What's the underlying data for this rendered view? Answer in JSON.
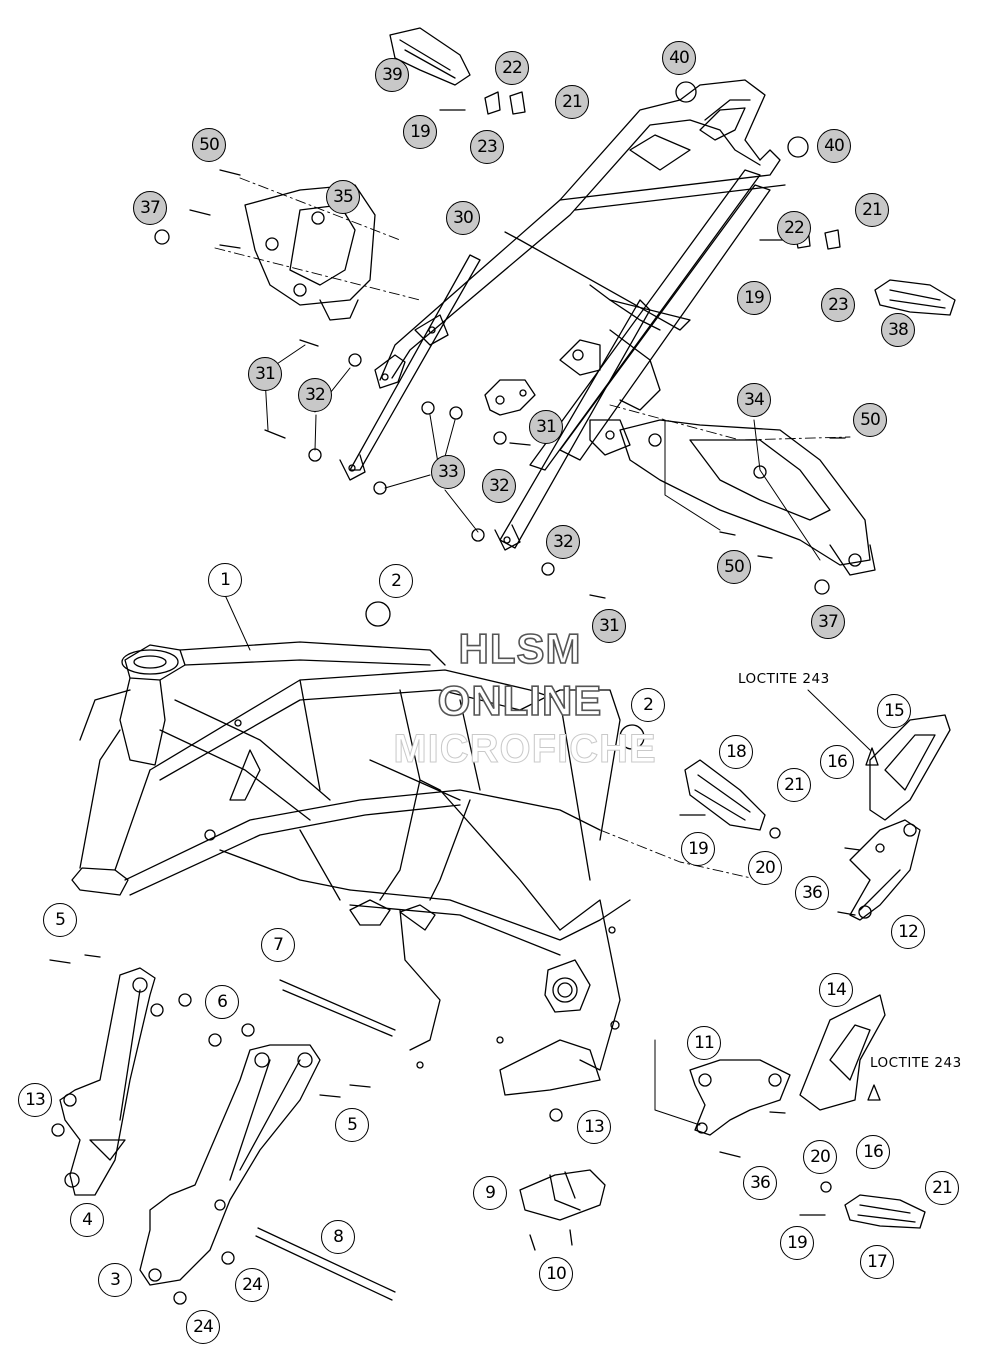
{
  "watermark": [
    "HLSM",
    "ONLINE",
    "MICROFICHE"
  ],
  "notes": [
    "LOCTITE 243",
    "LOCTITE 243"
  ],
  "callouts": {
    "c1": "1",
    "c2a": "2",
    "c2b": "2",
    "c3": "3",
    "c4": "4",
    "c5a": "5",
    "c5b": "5",
    "c6": "6",
    "c7": "7",
    "c8": "8",
    "c9": "9",
    "c10": "10",
    "c11": "11",
    "c12": "12",
    "c13a": "13",
    "c13b": "13",
    "c14": "14",
    "c15": "15",
    "c16a": "16",
    "c16b": "16",
    "c17": "17",
    "c18": "18",
    "c19a": "19",
    "c19b": "19",
    "c19c": "19",
    "c19d": "19",
    "c20a": "20",
    "c20b": "20",
    "c21a": "21",
    "c21b": "21",
    "c21c": "21",
    "c21d": "21",
    "c22a": "22",
    "c22b": "22",
    "c23a": "23",
    "c23b": "23",
    "c24a": "24",
    "c24b": "24",
    "c30": "30",
    "c31a": "31",
    "c31b": "31",
    "c31c": "31",
    "c32a": "32",
    "c32b": "32",
    "c32c": "32",
    "c33": "33",
    "c34": "34",
    "c35": "35",
    "c36a": "36",
    "c36b": "36",
    "c37a": "37",
    "c37b": "37",
    "c38": "38",
    "c39": "39",
    "c40a": "40",
    "c40b": "40",
    "c50a": "50",
    "c50b": "50",
    "c50c": "50"
  }
}
